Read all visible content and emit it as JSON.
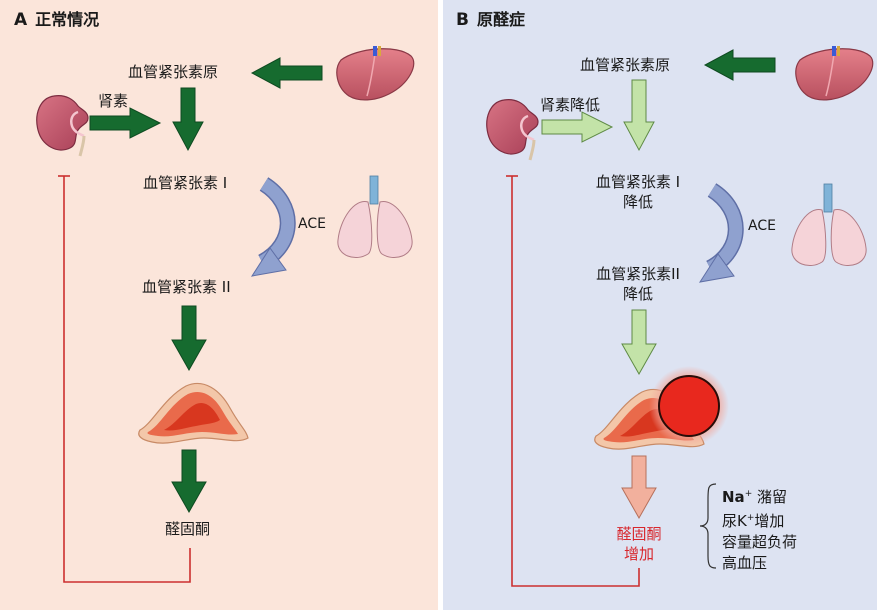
{
  "panel_a": {
    "letter": "A",
    "title": "正常情况",
    "angiotensinogen": "血管紧张素原",
    "renin": "肾素",
    "angiotensin1": "血管紧张素 I",
    "ace": "ACE",
    "angiotensin2": "血管紧张素 II",
    "aldosterone": "醛固酮"
  },
  "panel_b": {
    "letter": "B",
    "title": "原醛症",
    "angiotensinogen": "血管紧张素原",
    "renin": "肾素降低",
    "angiotensin1": "血管紧张素 I",
    "angiotensin1_change": "降低",
    "ace": "ACE",
    "angiotensin2": "血管紧张素II",
    "angiotensin2_change": "降低",
    "aldosterone": "醛固酮",
    "aldosterone_change": "增加",
    "effects": {
      "na_symbol": "Na",
      "na_charge": "+",
      "na_text": "潴留",
      "k_prefix": "尿K",
      "k_charge": "+",
      "k_text": "增加",
      "volume": "容量超负荷",
      "hypertension": "高血压"
    }
  },
  "icons": {
    "liver": "liver-icon",
    "kidney": "kidney-icon",
    "lungs": "lungs-icon",
    "adrenal": "adrenal-gland-icon",
    "adenoma": "adenoma-icon"
  },
  "colors": {
    "panel_a_bg": "#fbe5da",
    "panel_b_bg": "#dde3f2",
    "arrow_dark_green": "#166b2f",
    "arrow_light_green": "#c3e3a8",
    "arrow_ace_blue": "#8fa1cf",
    "arrow_salmon": "#f2b09d",
    "feedback_red": "#cc2f2f",
    "adenoma_red": "#e8281e"
  }
}
